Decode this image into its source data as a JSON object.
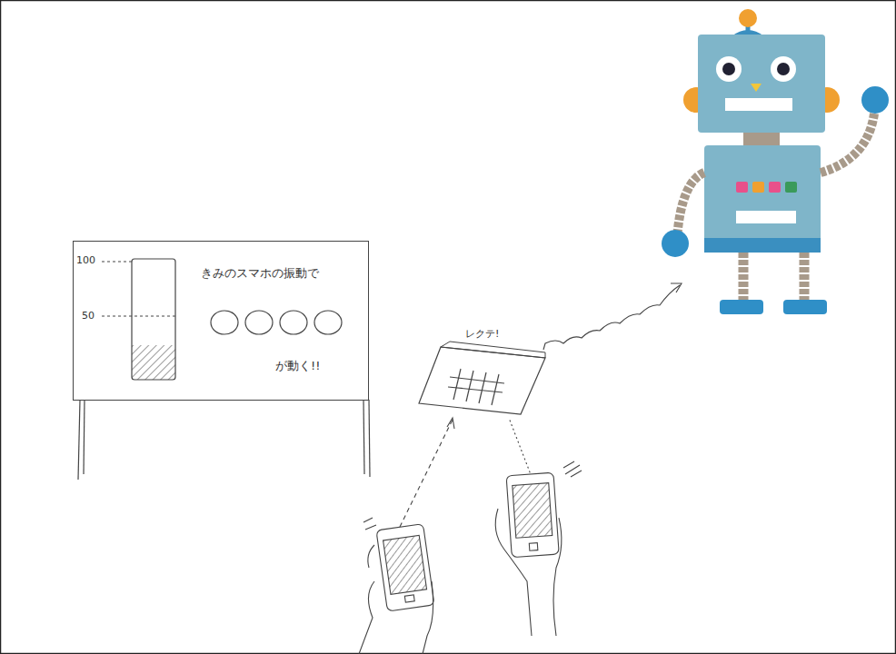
{
  "diagram": {
    "nodes": [
      {
        "text": [
          "きみのスマホの振動で",
          "が動く!!"
        ]
      },
      {
        "text": [
          "レクテ!"
        ]
      }
    ],
    "labels": [
      "100",
      "50"
    ]
  }
}
